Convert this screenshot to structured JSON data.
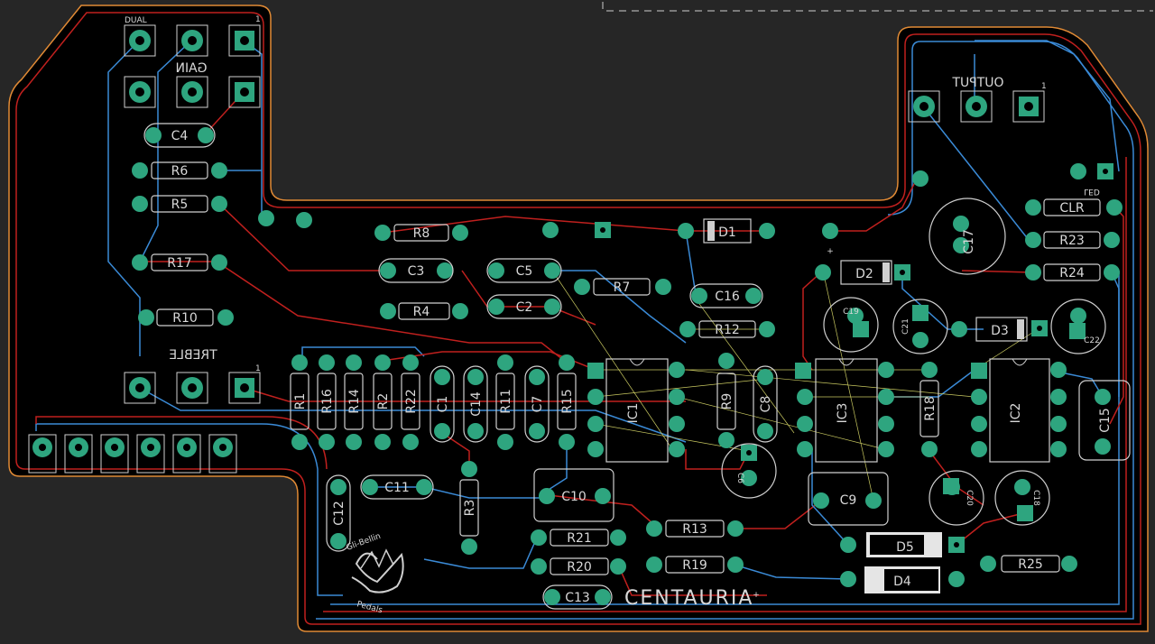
{
  "board": {
    "name": "CENTAURIA",
    "logo_text": [
      "Gli-Bellin",
      "Pedals"
    ],
    "colors": {
      "background": "#262626",
      "board": "#000000",
      "outline": "#e08a35",
      "top_copper": "#c0201e",
      "bottom_copper": "#3a8ad6",
      "pad": "#2ea57f",
      "silkscreen": "#cfcfcf",
      "ratsnest": "#c8c860"
    }
  },
  "headers": {
    "gain_label": "GAIN",
    "dual_label": "DUAL",
    "treble_label": "TREBLE",
    "output_label": "OUTPUT",
    "pin_one": "1"
  },
  "components": {
    "resistors": [
      "R1",
      "R2",
      "R3",
      "R4",
      "R5",
      "R6",
      "R7",
      "R8",
      "R9",
      "R10",
      "R11",
      "R12",
      "R13",
      "R14",
      "R15",
      "R16",
      "R17",
      "R18",
      "R19",
      "R20",
      "R21",
      "R22",
      "R23",
      "R24",
      "R25",
      "CLR"
    ],
    "capacitors": [
      "C1",
      "C2",
      "C3",
      "C4",
      "C5",
      "C6",
      "C7",
      "C8",
      "C9",
      "C10",
      "C11",
      "C12",
      "C13",
      "C14",
      "C15",
      "C16",
      "C17",
      "C18",
      "C19",
      "C20",
      "C21",
      "C22"
    ],
    "diodes": [
      "D1",
      "D2",
      "D3",
      "D4",
      "D5"
    ],
    "ics": [
      "IC1",
      "IC2",
      "IC3"
    ],
    "led": "LED",
    "plus": "+"
  }
}
